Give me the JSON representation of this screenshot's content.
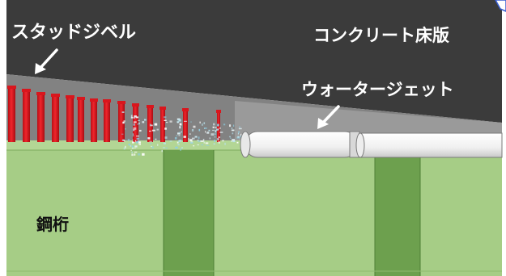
{
  "labels": {
    "stud": "スタッドジベル",
    "slab": "コンクリート床版",
    "waterjet": "ウォータージェット",
    "girder": "鋼桁"
  },
  "colors": {
    "slab": "#3b3b3b",
    "girder": "#a6cd86",
    "girder_stiffener": "#6da04e",
    "stud": "#ea1c24",
    "pipe": "#f2f2f2",
    "spray": "#b9e3ef",
    "label_white": "#ffffff",
    "label_dark": "#111111"
  },
  "icons": [
    "arrow-pointer",
    "water-spray",
    "corner-marker"
  ]
}
